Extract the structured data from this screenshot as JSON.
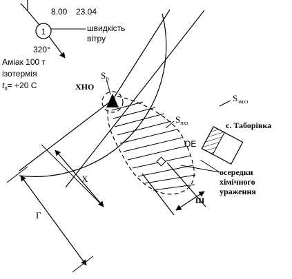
{
  "weather": {
    "time": "8.00",
    "date": "23.04",
    "wind_speed_value": "1",
    "wind_speed_label_line1": "швидкість",
    "wind_speed_label_line2": "вітру",
    "wind_direction": "320°"
  },
  "source": {
    "substance": "Аміак 100 т",
    "condition": "ізотермія",
    "temp_label": "t",
    "temp_sub": "п",
    "temp_value": "= +20 С",
    "kho_label": "ХНО",
    "sp_label": "S",
    "sp_sub": "р"
  },
  "zones": {
    "szmkz_label": "S",
    "szmkz_sub": "змхз",
    "spkhz_label": "S",
    "spkhz_sub": "пхз",
    "oe_label": "ОЕ"
  },
  "settlement": {
    "label": "с. Таборівка"
  },
  "foci": {
    "line1": "осередки",
    "line2": "хімічного",
    "line3": "ураження"
  },
  "dimensions": {
    "x_label": "X",
    "g_label": "Г",
    "sh_label": "Ш"
  }
}
